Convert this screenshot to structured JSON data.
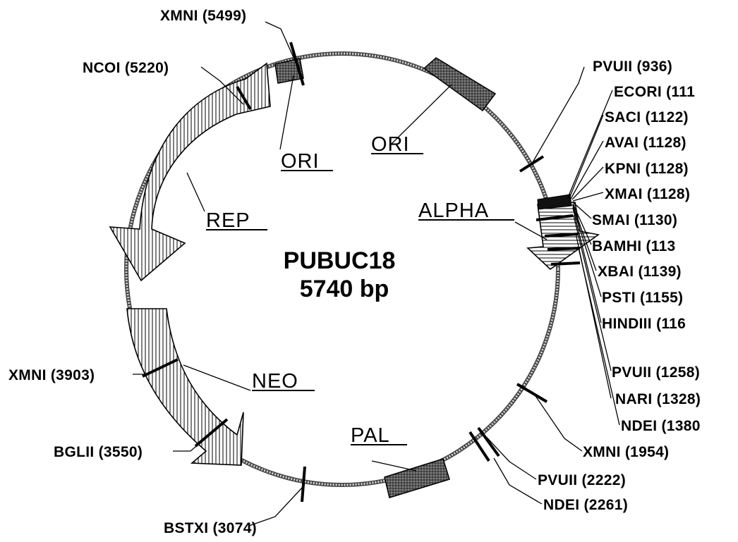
{
  "plasmid": {
    "name": "PUBUC18",
    "size": "5740 bp"
  },
  "features": {
    "ori_left": "ORI",
    "ori_top": "ORI",
    "rep": "REP",
    "alpha": "ALPHA",
    "neo": "NEO",
    "pal": "PAL"
  },
  "sites": [
    "XMNI (5499)",
    "NCOI (5220)",
    "PVUII (936)",
    "ECORI (111",
    "SACI (1122)",
    "AVAI (1128)",
    "KPNI (1128)",
    "XMAI (1128)",
    "SMAI (1130)",
    "BAMHI (113",
    "XBAI (1139)",
    "PSTI (1155)",
    "HINDIII (116",
    "PVUII (1258)",
    "NARI (1328)",
    "NDEI (1380",
    "XMNI (1954)",
    "PVUII (2222)",
    "NDEI (2261)",
    "BSTXI (3074)",
    "BGLII (3550)",
    "XMNI (3903)"
  ]
}
